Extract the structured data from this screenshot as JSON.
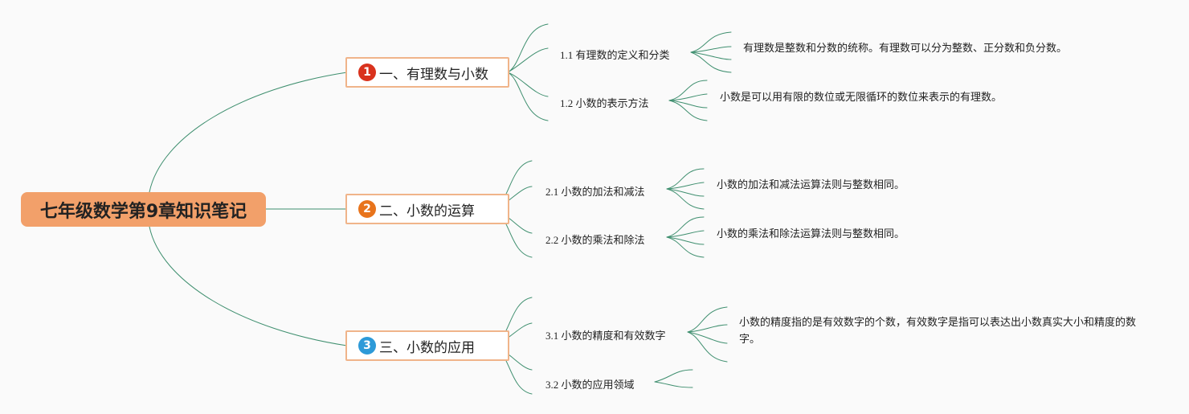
{
  "root": {
    "title": "七年级数学第9章知识笔记",
    "color": "#f2a06a"
  },
  "branches": [
    {
      "badge": "1",
      "badge_color": "#d9321d",
      "title": "一、有理数与小数",
      "subs": [
        {
          "title": "1.1 有理数的定义和分类",
          "note": "有理数是整数和分数的统称。有理数可以分为整数、正分数和负分数。"
        },
        {
          "title": "1.2 小数的表示方法",
          "note": "小数是可以用有限的数位或无限循环的数位来表示的有理数。"
        }
      ]
    },
    {
      "badge": "2",
      "badge_color": "#e8741c",
      "title": "二、小数的运算",
      "subs": [
        {
          "title": "2.1 小数的加法和减法",
          "note": "小数的加法和减法运算法则与整数相同。"
        },
        {
          "title": "2.2 小数的乘法和除法",
          "note": "小数的乘法和除法运算法则与整数相同。"
        }
      ]
    },
    {
      "badge": "3",
      "badge_color": "#2d9ad8",
      "title": "三、小数的应用",
      "subs": [
        {
          "title": "3.1 小数的精度和有效数字",
          "note": "小数的精度指的是有效数字的个数，有效数字是指可以表达出小数真实大小和精度的数字。"
        },
        {
          "title": "3.2 小数的应用领域",
          "note": ""
        }
      ]
    }
  ],
  "link_color": "#3f8f6f"
}
